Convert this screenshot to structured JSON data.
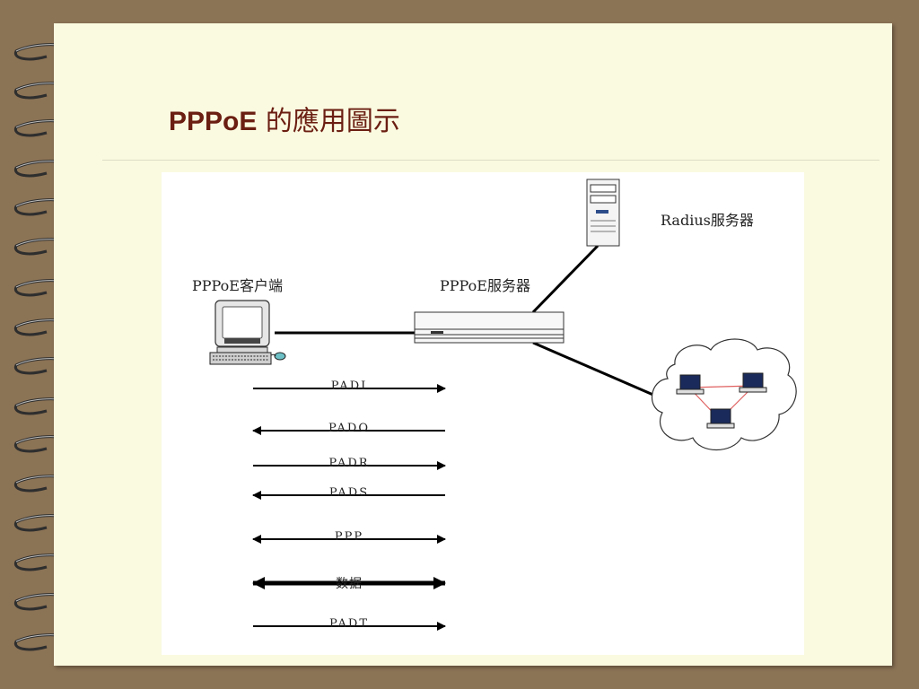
{
  "slide": {
    "title_latin": "PPPoE",
    "title_rest": "的應用圖示"
  },
  "diagram": {
    "client_label": "PPPoE客户端",
    "server_label": "PPPoE服务器",
    "radius_label": "Radius服务器",
    "messages": [
      {
        "label": "PADI",
        "direction": "right",
        "bold": false
      },
      {
        "label": "PADO",
        "direction": "left",
        "bold": false
      },
      {
        "label": "PADR",
        "direction": "right",
        "bold": false
      },
      {
        "label": "PADS",
        "direction": "left",
        "bold": false
      },
      {
        "label": "PPP",
        "direction": "both",
        "bold": false
      },
      {
        "label": "数据",
        "direction": "both",
        "bold": true
      },
      {
        "label": "PADT",
        "direction": "right",
        "bold": false
      }
    ]
  }
}
